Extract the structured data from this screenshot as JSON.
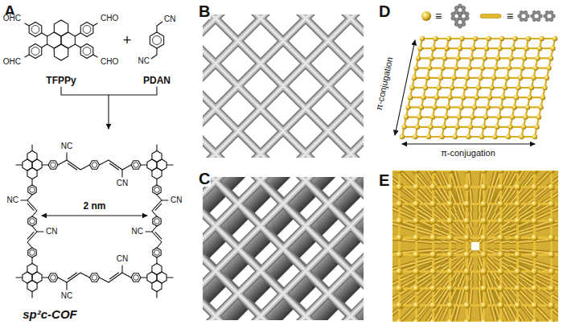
{
  "diagram": {
    "labels": [
      "A",
      "B",
      "C",
      "D",
      "E",
      "OHC",
      "CHO",
      "OHC",
      "CHO",
      "+",
      "CN",
      "NC",
      "TFPPy",
      "PDAN",
      "NC",
      "CN",
      "NC",
      "CN",
      "CN",
      "NC",
      "NC",
      "CN",
      "2 nm",
      "sp²c-COF",
      "≡",
      "≡",
      "π-conjugation",
      "π-conjugation"
    ]
  }
}
